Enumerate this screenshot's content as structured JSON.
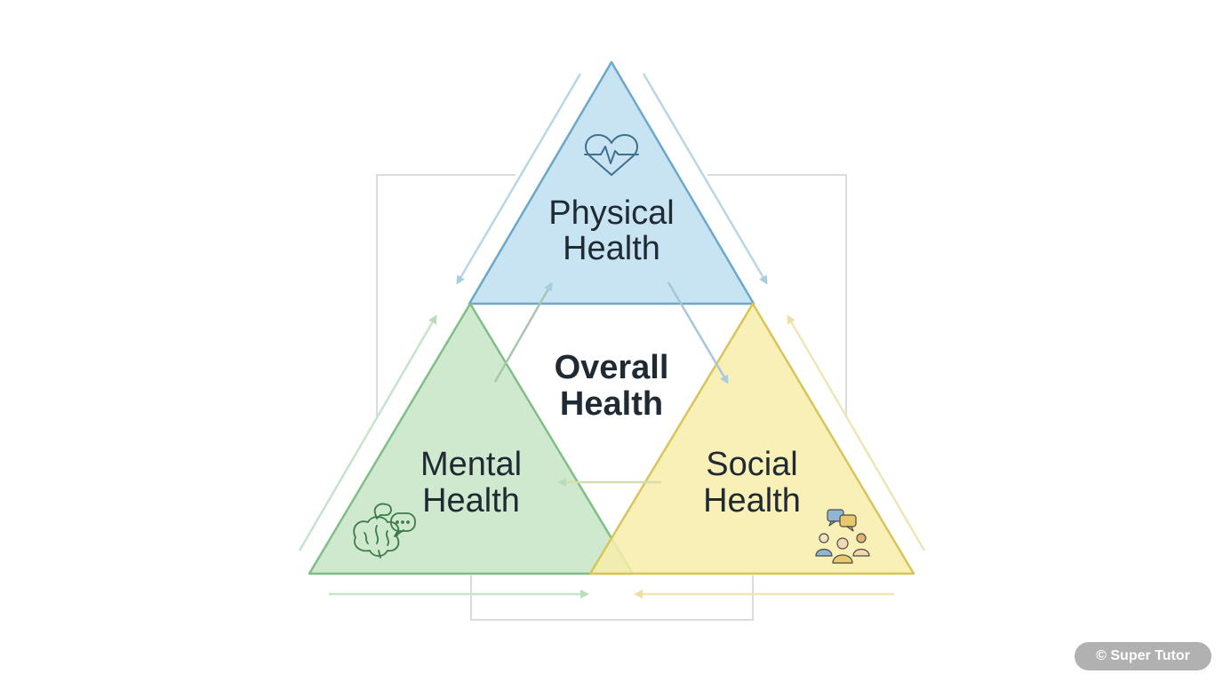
{
  "diagram": {
    "physical": {
      "line1": "Physical",
      "line2": "Health",
      "icon": "heart-pulse-icon",
      "fill": "#c8e4f3",
      "stroke": "#6aa8cc"
    },
    "mental": {
      "line1": "Mental",
      "line2": "Health",
      "icon": "brain-speech-icon",
      "fill": "#cbe8cb",
      "stroke": "#7fbf85"
    },
    "social": {
      "line1": "Social",
      "line2": "Health",
      "icon": "people-chat-icon",
      "fill": "#f7edaa",
      "stroke": "#d9c45a"
    },
    "center": {
      "line1": "Overall",
      "line2": "Health"
    }
  },
  "watermark": {
    "text": "© Super Tutor"
  }
}
